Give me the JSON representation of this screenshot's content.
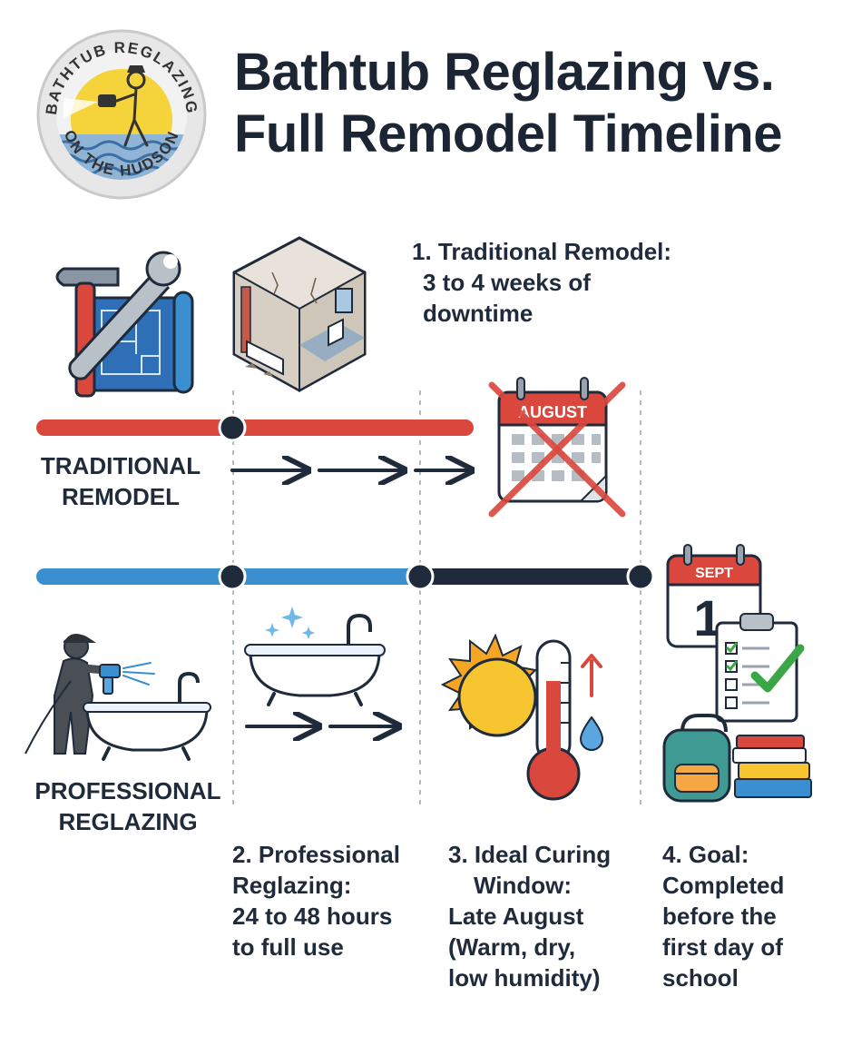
{
  "header": {
    "logo_top_text": "BATHTUB REGLAZING",
    "logo_bottom_text": "ON THE HUDSON",
    "title_line1": "Bathtub Reglazing vs.",
    "title_line2": "Full Remodel Timeline"
  },
  "steps": {
    "step1": {
      "line1": "1. Traditional Remodel:",
      "line2": "3 to 4 weeks of",
      "line3": "downtime"
    },
    "step2": {
      "line1": "2. Professional",
      "line2": "Reglazing:",
      "line3": "24 to 48 hours",
      "line4": "to full use"
    },
    "step3": {
      "line1": "3. Ideal Curing",
      "line2": "Window:",
      "line3": "Late August",
      "line4": "(Warm, dry,",
      "line5": "low humidity)"
    },
    "step4": {
      "line1": "4. Goal:",
      "line2": "Completed",
      "line3": "before the",
      "line4": "first day of",
      "line5": "school"
    }
  },
  "rows": {
    "traditional": {
      "line1": "TRADITIONAL",
      "line2": "REMODEL"
    },
    "professional": {
      "line1": "PROFESSIONAL",
      "line2": "REGLAZING"
    }
  },
  "calendars": {
    "august": "AUGUST",
    "sept": "SEPT",
    "sept_day": "1"
  },
  "colors": {
    "remodel_red": "#d9473d",
    "reglaze_blue": "#3a8fd0",
    "navy": "#1f2a3a",
    "sun_yellow": "#f6c530",
    "check_green": "#3aa645"
  },
  "icons": [
    "hammer-wrench-blueprint-icon",
    "demolished-bathroom-icon",
    "crossed-calendar-icon",
    "worker-spraying-tub-icon",
    "clean-bathtub-icon",
    "sun-icon",
    "thermometer-icon",
    "water-drop-icon",
    "calendar-icon",
    "checklist-icon",
    "backpack-icon",
    "books-icon"
  ]
}
